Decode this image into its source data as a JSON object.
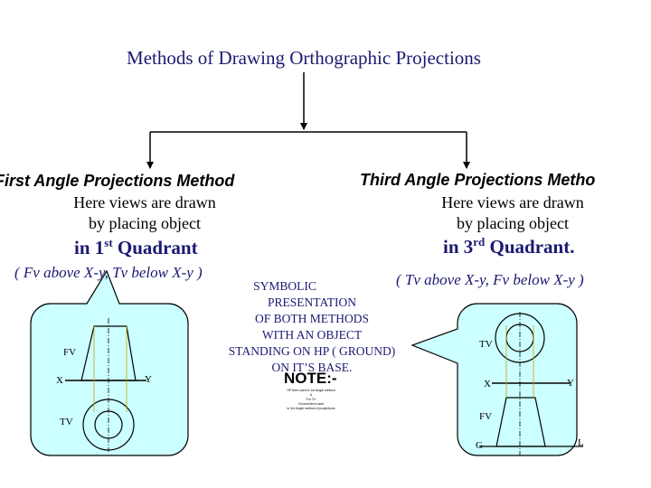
{
  "title": "Methods of Drawing Orthographic Projections",
  "first_angle": {
    "method": "First Angle Projections Method",
    "desc_line1": "Here views are drawn",
    "desc_line2": "by placing object",
    "quadrant_prefix": "in 1",
    "quadrant_sup": "st",
    "quadrant_suffix": " Quadrant",
    "condition": "( Fv above X-y,  Tv below X-y )",
    "labels": {
      "fv": "FV",
      "x": "X",
      "y": "Y",
      "tv": "TV"
    }
  },
  "third_angle": {
    "method": "Third Angle Projections Metho",
    "desc_line1": "Here views are drawn",
    "desc_line2": "by placing object",
    "quadrant_prefix": "in 3",
    "quadrant_sup": "rd",
    "quadrant_suffix": " Quadrant.",
    "condition": "( Tv above X-y,  Fv below X-y )",
    "labels": {
      "tv": "TV",
      "x": "X",
      "y": "Y",
      "fv": "FV",
      "g": "G",
      "l": "L"
    }
  },
  "symbolic": {
    "line1": "SYMBOLIC",
    "line2": "PRESENTATION",
    "line3": "OF BOTH METHODS",
    "line4": "WITH AN OBJECT",
    "line5": "STANDING ON HP ( GROUND)",
    "line6": "ON IT’S BASE."
  },
  "note": {
    "heading": "NOTE:-",
    "line1": "HP term used in 1st Angle method",
    "line2": "&",
    "line3": "For TV",
    "line4": "Ground term used",
    "line5": "in 3rd Angle method of projections"
  },
  "colors": {
    "bubble_fill": "#ccffff",
    "navy": "#1a1a72",
    "guide": "#c9a400"
  }
}
